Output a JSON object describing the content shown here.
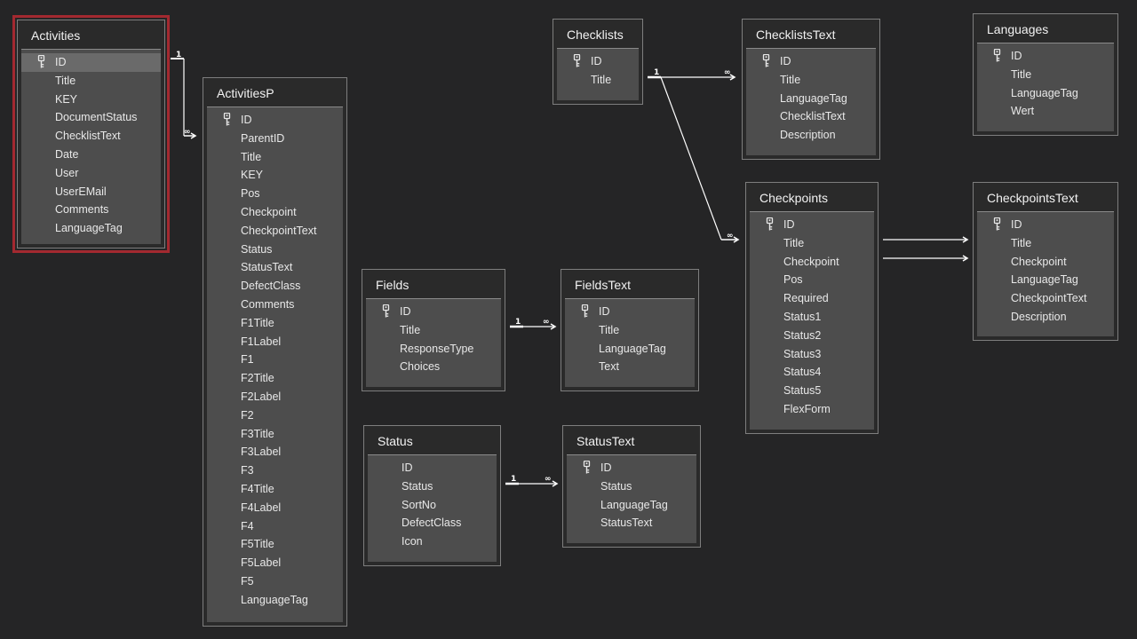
{
  "tables": [
    {
      "id": "activities",
      "name": "Activities",
      "selected": true,
      "fields": [
        "ID",
        "Title",
        "KEY",
        "DocumentStatus",
        "ChecklistText",
        "Date",
        "User",
        "UserEMail",
        "Comments",
        "LanguageTag"
      ],
      "pk": [
        0
      ],
      "selectedField": 0
    },
    {
      "id": "activitiesp",
      "name": "ActivitiesP",
      "fields": [
        "ID",
        "ParentID",
        "Title",
        "KEY",
        "Pos",
        "Checkpoint",
        "CheckpointText",
        "Status",
        "StatusText",
        "DefectClass",
        "Comments",
        "F1Title",
        "F1Label",
        "F1",
        "F2Title",
        "F2Label",
        "F2",
        "F3Title",
        "F3Label",
        "F3",
        "F4Title",
        "F4Label",
        "F4",
        "F5Title",
        "F5Label",
        "F5",
        "LanguageTag"
      ],
      "pk": [
        0
      ]
    },
    {
      "id": "checklists",
      "name": "Checklists",
      "fields": [
        "ID",
        "Title"
      ],
      "pk": [
        0
      ]
    },
    {
      "id": "checkliststext",
      "name": "ChecklistsText",
      "fields": [
        "ID",
        "Title",
        "LanguageTag",
        "ChecklistText",
        "Description"
      ],
      "pk": [
        0
      ]
    },
    {
      "id": "languages",
      "name": "Languages",
      "fields": [
        "ID",
        "Title",
        "LanguageTag",
        "Wert"
      ],
      "pk": [
        0
      ]
    },
    {
      "id": "checkpoints",
      "name": "Checkpoints",
      "fields": [
        "ID",
        "Title",
        "Checkpoint",
        "Pos",
        "Required",
        "Status1",
        "Status2",
        "Status3",
        "Status4",
        "Status5",
        "FlexForm"
      ],
      "pk": [
        0
      ]
    },
    {
      "id": "checkpointstext",
      "name": "CheckpointsText",
      "fields": [
        "ID",
        "Title",
        "Checkpoint",
        "LanguageTag",
        "CheckpointText",
        "Description"
      ],
      "pk": [
        0
      ]
    },
    {
      "id": "fields",
      "name": "Fields",
      "fields": [
        "ID",
        "Title",
        "ResponseType",
        "Choices"
      ],
      "pk": [
        0
      ]
    },
    {
      "id": "fieldstext",
      "name": "FieldsText",
      "fields": [
        "ID",
        "Title",
        "LanguageTag",
        "Text"
      ],
      "pk": [
        0
      ]
    },
    {
      "id": "status",
      "name": "Status",
      "fields": [
        "ID",
        "Status",
        "SortNo",
        "DefectClass",
        "Icon"
      ],
      "pk": []
    },
    {
      "id": "statustext",
      "name": "StatusText",
      "fields": [
        "ID",
        "Status",
        "LanguageTag",
        "StatusText"
      ],
      "pk": [
        0
      ]
    }
  ],
  "relationship_labels": {
    "one": "1",
    "many": "∞"
  },
  "colors": {
    "background": "#252526",
    "selection_border": "#a32930",
    "field_area": "#4d4d4d",
    "line": "#ffffff"
  }
}
